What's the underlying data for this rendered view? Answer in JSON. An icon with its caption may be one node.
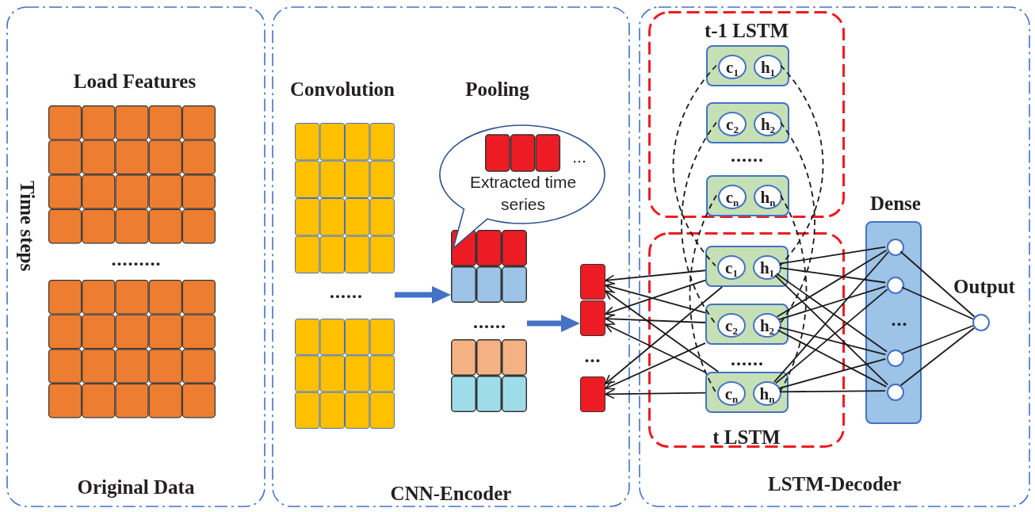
{
  "diagram": {
    "nodes": [
      {
        "text": [
          "Original Data"
        ]
      },
      {
        "text": [
          "CNN-Encoder"
        ]
      },
      {
        "text": [
          "LSTM-Decoder"
        ]
      },
      {
        "text": [
          "Convolution"
        ],
        "in": 1
      },
      {
        "text": [],
        "shape": "box",
        "in": 1
      },
      {
        "text": [
          "...",
          "Extracted time series"
        ],
        "in": 1
      },
      {
        "text": [],
        "shape": "box",
        "in": 1
      },
      {
        "text": [],
        "shape": "box",
        "in": 1
      },
      {
        "text": [],
        "shape": "box",
        "in": 1
      },
      {
        "text": [
          "t-1 LSTM"
        ],
        "in": 2
      },
      {
        "text": [],
        "shape": "box",
        "in": 9
      },
      {
        "text": [
          "c$_{1}$"
        ],
        "in": 10
      },
      {
        "text": [
          "h$_{1}$"
        ],
        "in": 10
      },
      {
        "text": [],
        "shape": "box",
        "in": 9
      },
      {
        "text": [
          "c$_{2}$"
        ],
        "in": 13
      },
      {
        "text": [
          "h$_{2}$"
        ],
        "in": 13
      },
      {
        "text": [],
        "shape": "box",
        "in": 9
      },
      {
        "text": [
          "c$_{n}$"
        ],
        "in": 16
      },
      {
        "text": [
          "h$_{n}$"
        ],
        "in": 16
      },
      {
        "text": [
          "t LSTM"
        ],
        "in": 2
      },
      {
        "text": [],
        "shape": "box",
        "in": 19
      },
      {
        "text": [
          "c$_{1}$"
        ],
        "in": 20
      },
      {
        "text": [
          "h$_{1}$"
        ],
        "in": 20
      },
      {
        "text": [],
        "shape": "box",
        "in": 19
      },
      {
        "text": [
          "c$_{2}$"
        ],
        "in": 23
      },
      {
        "text": [
          "h$_{2}$"
        ],
        "in": 23
      },
      {
        "text": [],
        "shape": "box",
        "in": 19
      },
      {
        "text": [
          "c$_{n}$"
        ],
        "in": 26
      },
      {
        "text": [
          "h$_{n}$"
        ],
        "in": 26
      },
      {
        "text": [
          "Dense"
        ],
        "in": 2
      },
      {
        "text": [],
        "shape": "circle",
        "in": 29
      },
      {
        "text": [],
        "shape": "circle",
        "in": 29
      },
      {
        "text": [],
        "shape": "circle",
        "in": 29
      },
      {
        "text": [],
        "shape": "circle",
        "in": 29
      },
      {
        "text": [
          "Output"
        ],
        "in": 2
      }
    ],
    "edges": [
      {
        "from": 3,
        "to": 4,
        "arrow": "to",
        "style": "thick",
        "color": "#4472c4"
      },
      {
        "from": 4,
        "to": 7,
        "arrow": "to",
        "style": "thick",
        "color": "#4472c4"
      },
      {
        "from": 20,
        "to": 6,
        "arrow": "to"
      },
      {
        "from": 23,
        "to": 6,
        "arrow": "to"
      },
      {
        "from": 26,
        "to": 6,
        "arrow": "to"
      },
      {
        "from": 20,
        "to": 7,
        "arrow": "to"
      },
      {
        "from": 23,
        "to": 7,
        "arrow": "to"
      },
      {
        "from": 26,
        "to": 7,
        "arrow": "to"
      },
      {
        "from": 20,
        "to": 8,
        "arrow": "to"
      },
      {
        "from": 23,
        "to": 8,
        "arrow": "to"
      },
      {
        "from": 26,
        "to": 8,
        "arrow": "to"
      },
      {
        "from": 22,
        "to": 30,
        "arrow": "none"
      },
      {
        "from": 22,
        "to": 31,
        "arrow": "none"
      },
      {
        "from": 22,
        "to": 32,
        "arrow": "none"
      },
      {
        "from": 22,
        "to": 33,
        "arrow": "none"
      },
      {
        "from": 25,
        "to": 30,
        "arrow": "none"
      },
      {
        "from": 25,
        "to": 31,
        "arrow": "none"
      },
      {
        "from": 25,
        "to": 32,
        "arrow": "none"
      },
      {
        "from": 25,
        "to": 33,
        "arrow": "none"
      },
      {
        "from": 28,
        "to": 30,
        "arrow": "none"
      },
      {
        "from": 28,
        "to": 31,
        "arrow": "none"
      },
      {
        "from": 28,
        "to": 32,
        "arrow": "none"
      },
      {
        "from": 28,
        "to": 33,
        "arrow": "none"
      },
      {
        "from": 30,
        "to": 34,
        "arrow": "none"
      },
      {
        "from": 31,
        "to": 34,
        "arrow": "none"
      },
      {
        "from": 32,
        "to": 34,
        "arrow": "none"
      },
      {
        "from": 33,
        "to": 34,
        "arrow": "none"
      },
      {
        "from": 11,
        "to": 21,
        "arrow": "none",
        "style": "dashed"
      },
      {
        "from": 12,
        "to": 22,
        "arrow": "none",
        "style": "dashed"
      },
      {
        "from": 14,
        "to": 24,
        "arrow": "none",
        "style": "dashed"
      },
      {
        "from": 15,
        "to": 25,
        "arrow": "none",
        "style": "dashed"
      },
      {
        "from": 17,
        "to": 27,
        "arrow": "none",
        "style": "dashed"
      },
      {
        "from": 18,
        "to": 28,
        "arrow": "none",
        "style": "dashed"
      }
    ],
    "labels": [
      "Load Features",
      "Time steps",
      ".........",
      "Pooling",
      "......",
      "......",
      "...",
      "......",
      "......",
      "..."
    ]
  }
}
